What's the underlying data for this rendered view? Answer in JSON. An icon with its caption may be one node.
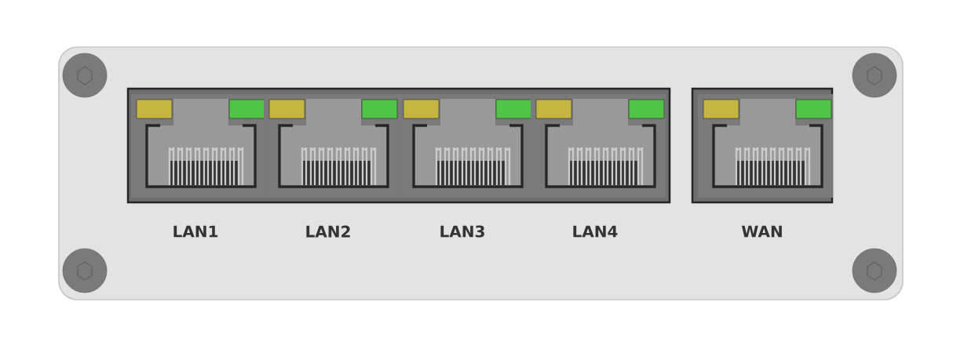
{
  "diagram": {
    "labels": [
      "LAN1",
      "LAN2",
      "LAN3",
      "LAN4",
      "WAN"
    ]
  }
}
